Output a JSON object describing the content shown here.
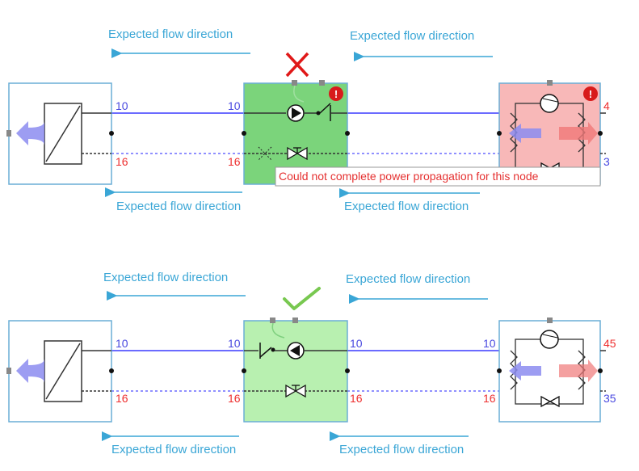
{
  "colors": {
    "flow_blue": "#3aa6d6",
    "supply_line": "#6b6bff",
    "return_line": "#6b6bff",
    "num_blue": "#4a4ae0",
    "num_red": "#ee3030",
    "pump_fill_error": "#7bd47b",
    "pump_fill_ok": "#b8f0b0",
    "chiller_fill_error": "#f8b8b8",
    "error_cross": "#e01818",
    "ok_check": "#78c850",
    "error_badge": "#d81b1b"
  },
  "top": {
    "flow_labels": {
      "upper_left": "Expected flow direction",
      "upper_right": "Expected flow direction",
      "lower_left": "Expected flow direction",
      "lower_right": "Expected flow direction"
    },
    "numbers": {
      "src_supply": "10",
      "src_return": "16",
      "pump_supply_in": "10",
      "pump_return_in": "16",
      "chiller_supply": "4",
      "chiller_return": "3"
    },
    "tooltip": "Could not complete power propagation for this node",
    "pump_status_icon": "cross-icon",
    "badge_text": "!"
  },
  "bottom": {
    "flow_labels": {
      "upper_left": "Expected flow direction",
      "upper_right": "Expected flow direction",
      "lower_left": "Expected flow direction",
      "lower_right": "Expected flow direction"
    },
    "numbers": {
      "src_supply": "10",
      "src_return": "16",
      "pump_supply_in": "10",
      "pump_return_in": "16",
      "pump_supply_out": "10",
      "pump_return_out": "16",
      "chiller_supply_in": "10",
      "chiller_return_in": "16",
      "chiller_supply_out": "45",
      "chiller_return_out": "35"
    },
    "pump_status_icon": "check-icon"
  }
}
